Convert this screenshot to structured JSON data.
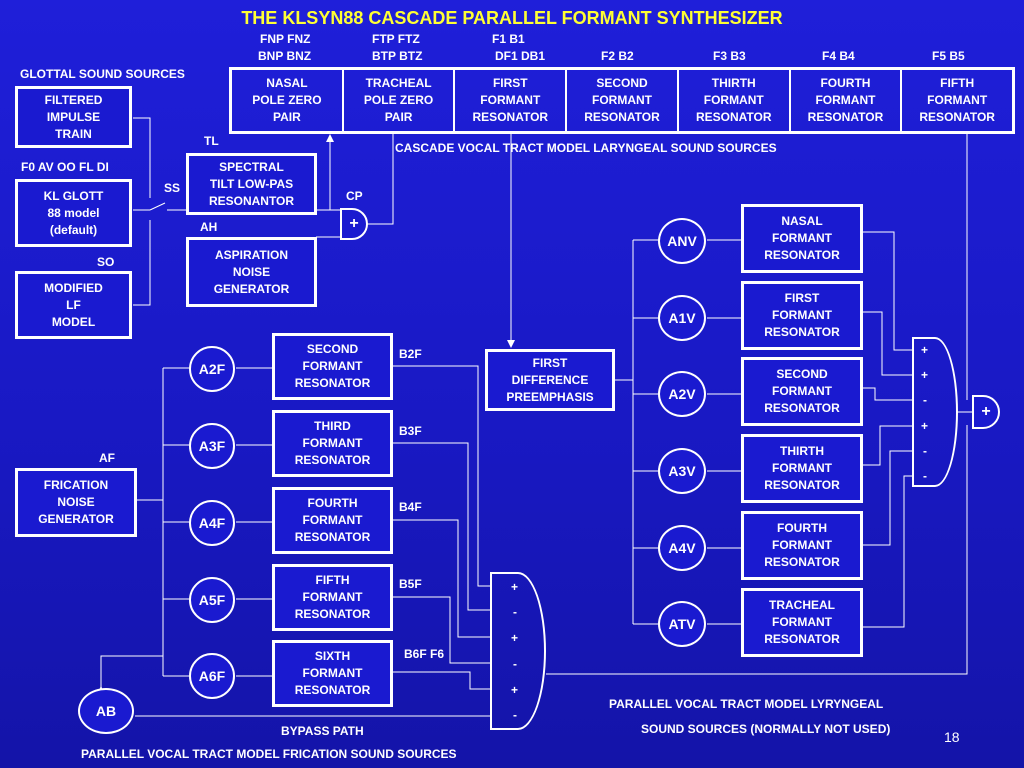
{
  "title": "THE KLSYN88 CASCADE PARALLEL FORMANT SYNTHESIZER",
  "page_number": "18",
  "param_labels": {
    "p1a": "FNP FNZ",
    "p1b": "BNP BNZ",
    "p2a": "FTP FTZ",
    "p2b": "BTP BTZ",
    "p3a": "F1 B1",
    "p3b": "DF1 DB1",
    "p4": "F2  B2",
    "p5": "F3 B3",
    "p6": "F4 B4",
    "p7": "F5 B5"
  },
  "cascade_cells": [
    "NASAL\nPOLE ZERO\nPAIR",
    "TRACHEAL\nPOLE ZERO\nPAIR",
    "FIRST\nFORMANT\nRESONATOR",
    "SECOND\nFORMANT\nRESONATOR",
    "THIRTH\nFORMANT\nRESONATOR",
    "FOURTH\nFORMANT\nRESONATOR",
    "FIFTH\nFORMANT\nRESONATOR"
  ],
  "labels": {
    "glottal_sources": "GLOTTAL SOUND SOURCES",
    "f0_params": "F0 AV OO FL DI",
    "tl": "TL",
    "ss": "SS",
    "so": "SO",
    "cp": "CP",
    "ah": "AH",
    "af": "AF",
    "cascade_caption": "CASCADE VOCAL TRACT MODEL LARYNGEAL SOUND SOURCES",
    "b2f": "B2F",
    "b3f": "B3F",
    "b4f": "B4F",
    "b5f": "B5F",
    "b6f": "B6F F6",
    "bypass": "BYPASS PATH",
    "parallel_frication_caption": "PARALLEL VOCAL TRACT MODEL FRICATION SOUND SOURCES",
    "parallel_laryngeal_caption_1": "PARALLEL VOCAL TRACT MODEL LYRYNGEAL",
    "parallel_laryngeal_caption_2": "SOUND SOURCES (NORMALLY NOT USED)"
  },
  "boxes": {
    "filtered_impulse": "FILTERED\nIMPULSE\nTRAIN",
    "kl_glott": "KL GLOTT\n88 model\n(default)",
    "modified_lf": "MODIFIED\nLF\nMODEL",
    "spectral_tilt": "SPECTRAL\nTILT LOW-PAS\nRESONANTOR",
    "aspiration": "ASPIRATION\nNOISE\nGENERATOR",
    "frication": "FRICATION\nNOISE\nGENERATOR",
    "first_difference": "FIRST\nDIFFERENCE\nPREEMPHASIS",
    "frication_resonators": [
      "SECOND\nFORMANT\nRESONATOR",
      "THIRD\nFORMANT\nRESONATOR",
      "FOURTH\nFORMANT\nRESONATOR",
      "FIFTH\nFORMANT\nRESONATOR",
      "SIXTH\nFORMANT\nRESONATOR"
    ],
    "laryngeal_resonators": [
      "NASAL\nFORMANT\nRESONATOR",
      "FIRST\nFORMANT\nRESONATOR",
      "SECOND\nFORMANT\nRESONATOR",
      "THIRTH\nFORMANT\nRESONATOR",
      "FOURTH\nFORMANT\nRESONATOR",
      "TRACHEAL\nFORMANT\nRESONATOR"
    ]
  },
  "gains_frication": [
    "A2F",
    "A3F",
    "A4F",
    "A5F",
    "A6F"
  ],
  "gains_laryngeal": [
    "ANV",
    "A1V",
    "A2V",
    "A3V",
    "A4V",
    "ATV"
  ],
  "bypass_gain": "AB",
  "sum_symbol": "+",
  "signs_frication_sum": [
    "+",
    "-",
    "+",
    "-",
    "+",
    "-"
  ],
  "signs_laryngeal_sum": [
    "+",
    "+",
    "-",
    "+",
    "-",
    "-"
  ]
}
